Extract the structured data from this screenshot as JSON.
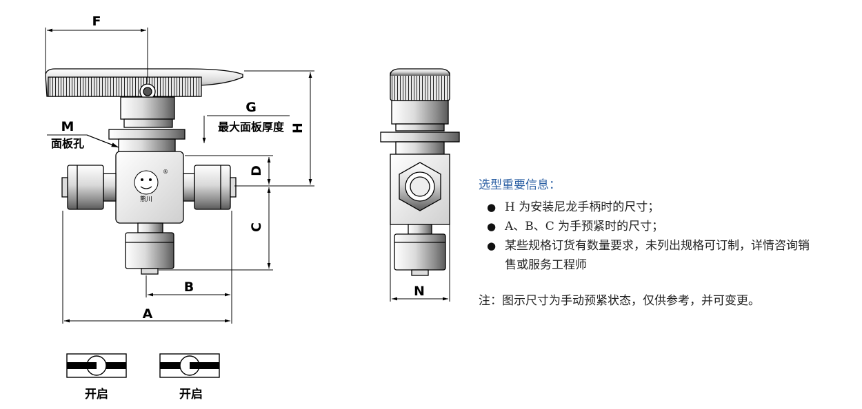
{
  "dimensions": {
    "F": "F",
    "G": "G",
    "G_desc": "最大面板厚度",
    "H": "H",
    "M": "M",
    "M_desc": "面板孔",
    "D": "D",
    "C": "C",
    "B": "B",
    "A": "A",
    "N": "N"
  },
  "body_mark": {
    "brand": "熊川",
    "registered": "®"
  },
  "positions": [
    {
      "label": "开启"
    },
    {
      "label": "开启"
    }
  ],
  "info": {
    "title": "选型重要信息：",
    "items": [
      "H 为安装尼龙手柄时的尺寸；",
      "A、B、C 为手预紧时的尺寸；",
      "某些规格订货有数量要求，未列出规格可订制，详情咨询销售或服务工程师"
    ],
    "note": "注：图示尺寸为手动预紧状态，仅供参考，并可变更。"
  },
  "colors": {
    "title": "#2b5fa3",
    "text": "#222222",
    "line": "#000000"
  }
}
